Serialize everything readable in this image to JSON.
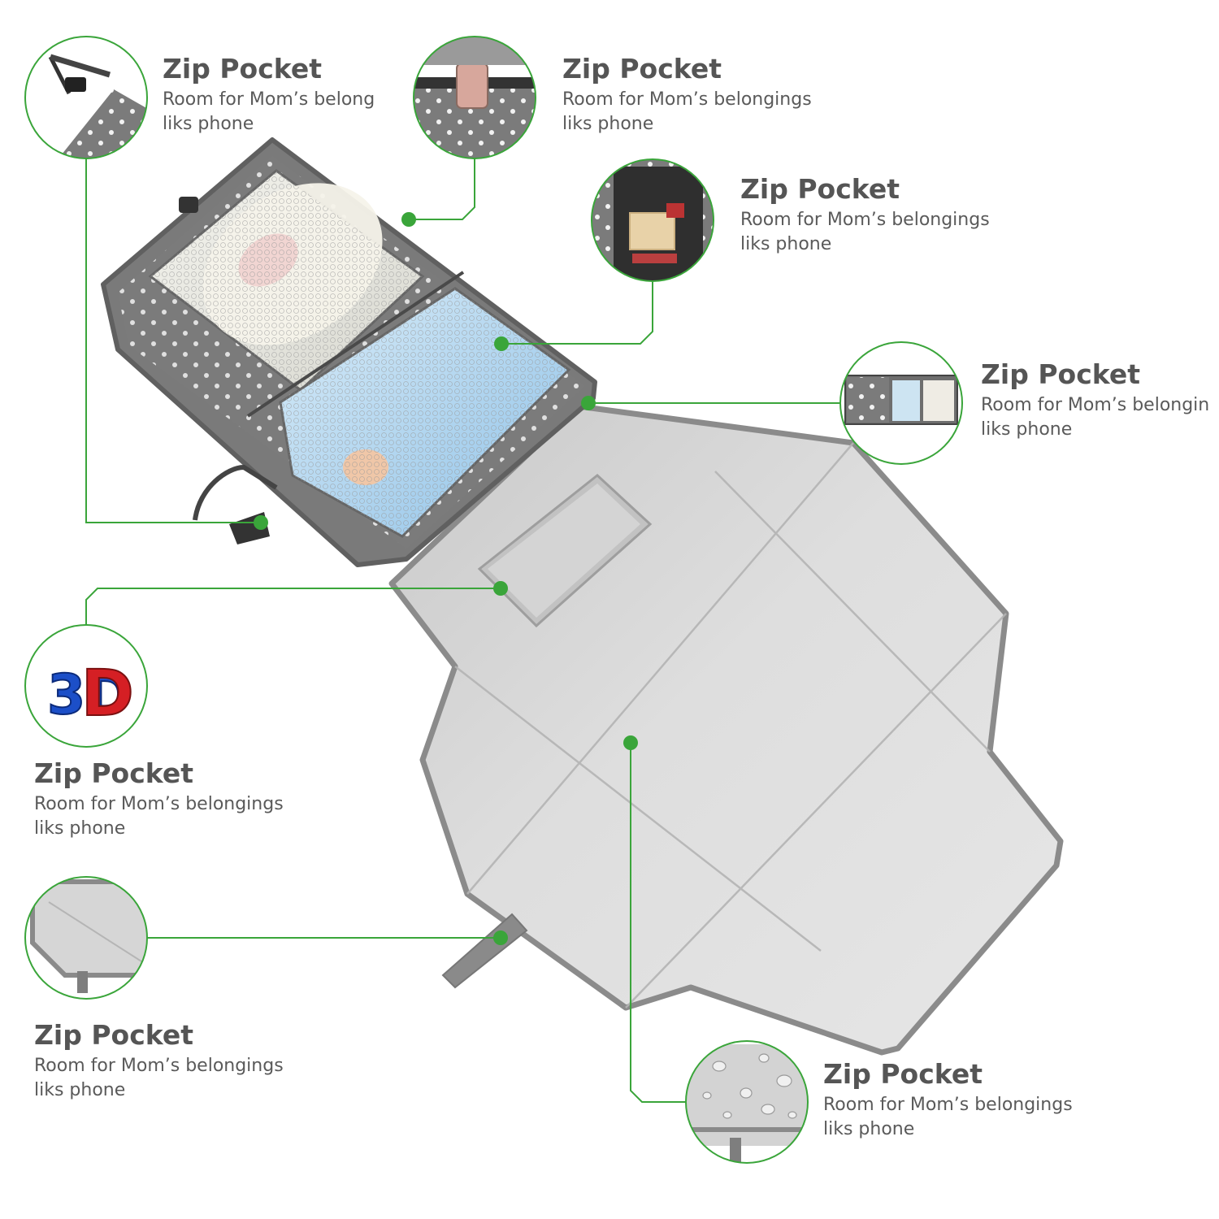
{
  "accent_color": "#3aa53a",
  "callouts": [
    {
      "id": "strap",
      "title": "Zip Pocket",
      "line1": "Room for Mom’s belong",
      "line2": "liks phone"
    },
    {
      "id": "top-pocket",
      "title": "Zip Pocket",
      "line1": "Room for Mom’s belongings",
      "line2": "liks phone"
    },
    {
      "id": "inner-pocket",
      "title": "Zip Pocket",
      "line1": "Room for Mom’s belongings",
      "line2": "liks phone"
    },
    {
      "id": "folded-view",
      "title": "Zip Pocket",
      "line1": "Room for Mom’s belongin",
      "line2": "liks phone"
    },
    {
      "id": "pillow",
      "title": "Zip Pocket",
      "line1": "Room for Mom’s belongings",
      "line2": "liks phone"
    },
    {
      "id": "tab",
      "title": "Zip Pocket",
      "line1": "Room for Mom’s belongings",
      "line2": "liks phone"
    },
    {
      "id": "waterproof",
      "title": "Zip Pocket",
      "line1": "Room for Mom’s belongings",
      "line2": "liks phone"
    }
  ],
  "badge_3d": {
    "text": "3D"
  },
  "icons": [
    "strap-photo-icon",
    "phone-pocket-photo-icon",
    "cotton-swab-pocket-photo-icon",
    "folded-mat-photo-icon",
    "3d-logo-icon",
    "mat-corner-photo-icon",
    "water-droplets-photo-icon"
  ]
}
